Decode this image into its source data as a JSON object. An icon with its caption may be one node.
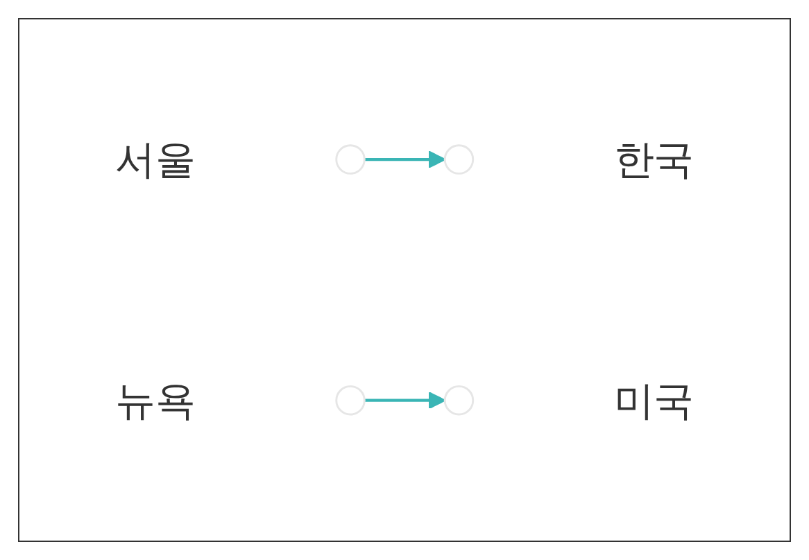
{
  "diagram": {
    "nodes": [
      {
        "text": [],
        "shape": "circle",
        "beside": [
          "서울"
        ]
      },
      {
        "text": [],
        "shape": "circle",
        "beside": [
          "한국"
        ]
      },
      {
        "text": [],
        "shape": "circle",
        "beside": [
          "뉴욕"
        ]
      },
      {
        "text": [],
        "shape": "circle",
        "beside": [
          "미국"
        ]
      }
    ],
    "edges": [
      {
        "from": 0,
        "to": 1,
        "arrow": "to"
      },
      {
        "from": 2,
        "to": 3,
        "arrow": "to"
      }
    ]
  }
}
